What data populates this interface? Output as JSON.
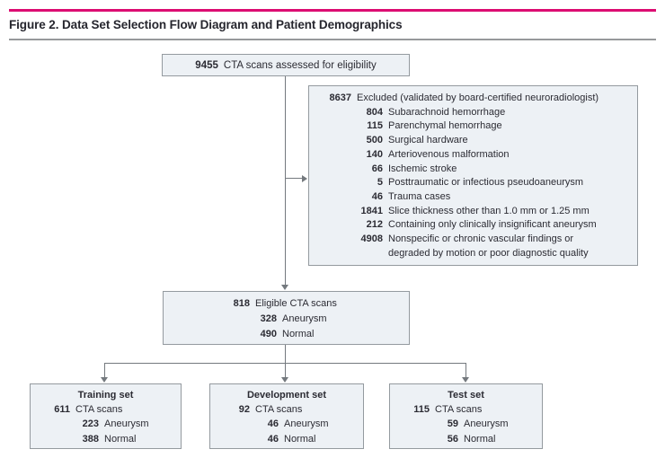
{
  "figure": {
    "title": "Figure 2. Data Set Selection Flow Diagram and Patient Demographics"
  },
  "assessed": {
    "value": "9455",
    "label": "CTA scans assessed for eligibility"
  },
  "excluded": {
    "value": "8637",
    "label": "Excluded (validated by board-certified neuroradiologist)",
    "items": [
      {
        "value": "804",
        "label": "Subarachnoid hemorrhage"
      },
      {
        "value": "115",
        "label": "Parenchymal hemorrhage"
      },
      {
        "value": "500",
        "label": "Surgical hardware"
      },
      {
        "value": "140",
        "label": "Arteriovenous malformation"
      },
      {
        "value": "66",
        "label": "Ischemic stroke"
      },
      {
        "value": "5",
        "label": "Posttraumatic or infectious pseudoaneurysm"
      },
      {
        "value": "46",
        "label": "Trauma cases"
      },
      {
        "value": "1841",
        "label": "Slice thickness other than 1.0 mm or 1.25 mm"
      },
      {
        "value": "212",
        "label": "Containing only clinically insignificant aneurysm"
      },
      {
        "value": "4908",
        "label": "Nonspecific or chronic vascular findings or\ndegraded by motion or poor diagnostic quality"
      }
    ]
  },
  "eligible": {
    "value": "818",
    "label": "Eligible CTA scans",
    "items": [
      {
        "value": "328",
        "label": "Aneurysm"
      },
      {
        "value": "490",
        "label": "Normal"
      }
    ]
  },
  "sets": [
    {
      "title": "Training set",
      "value": "611",
      "label": "CTA scans",
      "items": [
        {
          "value": "223",
          "label": "Aneurysm"
        },
        {
          "value": "388",
          "label": "Normal"
        }
      ]
    },
    {
      "title": "Development set",
      "value": "92",
      "label": "CTA scans",
      "items": [
        {
          "value": "46",
          "label": "Aneurysm"
        },
        {
          "value": "46",
          "label": "Normal"
        }
      ]
    },
    {
      "title": "Test set",
      "value": "115",
      "label": "CTA scans",
      "items": [
        {
          "value": "59",
          "label": "Aneurysm"
        },
        {
          "value": "56",
          "label": "Normal"
        }
      ]
    }
  ],
  "colors": {
    "accent_rule": "#dc0d72",
    "box_fill": "#edf1f5",
    "box_border": "#949a9f",
    "connector": "#74797e",
    "text": "#2b2b33"
  }
}
